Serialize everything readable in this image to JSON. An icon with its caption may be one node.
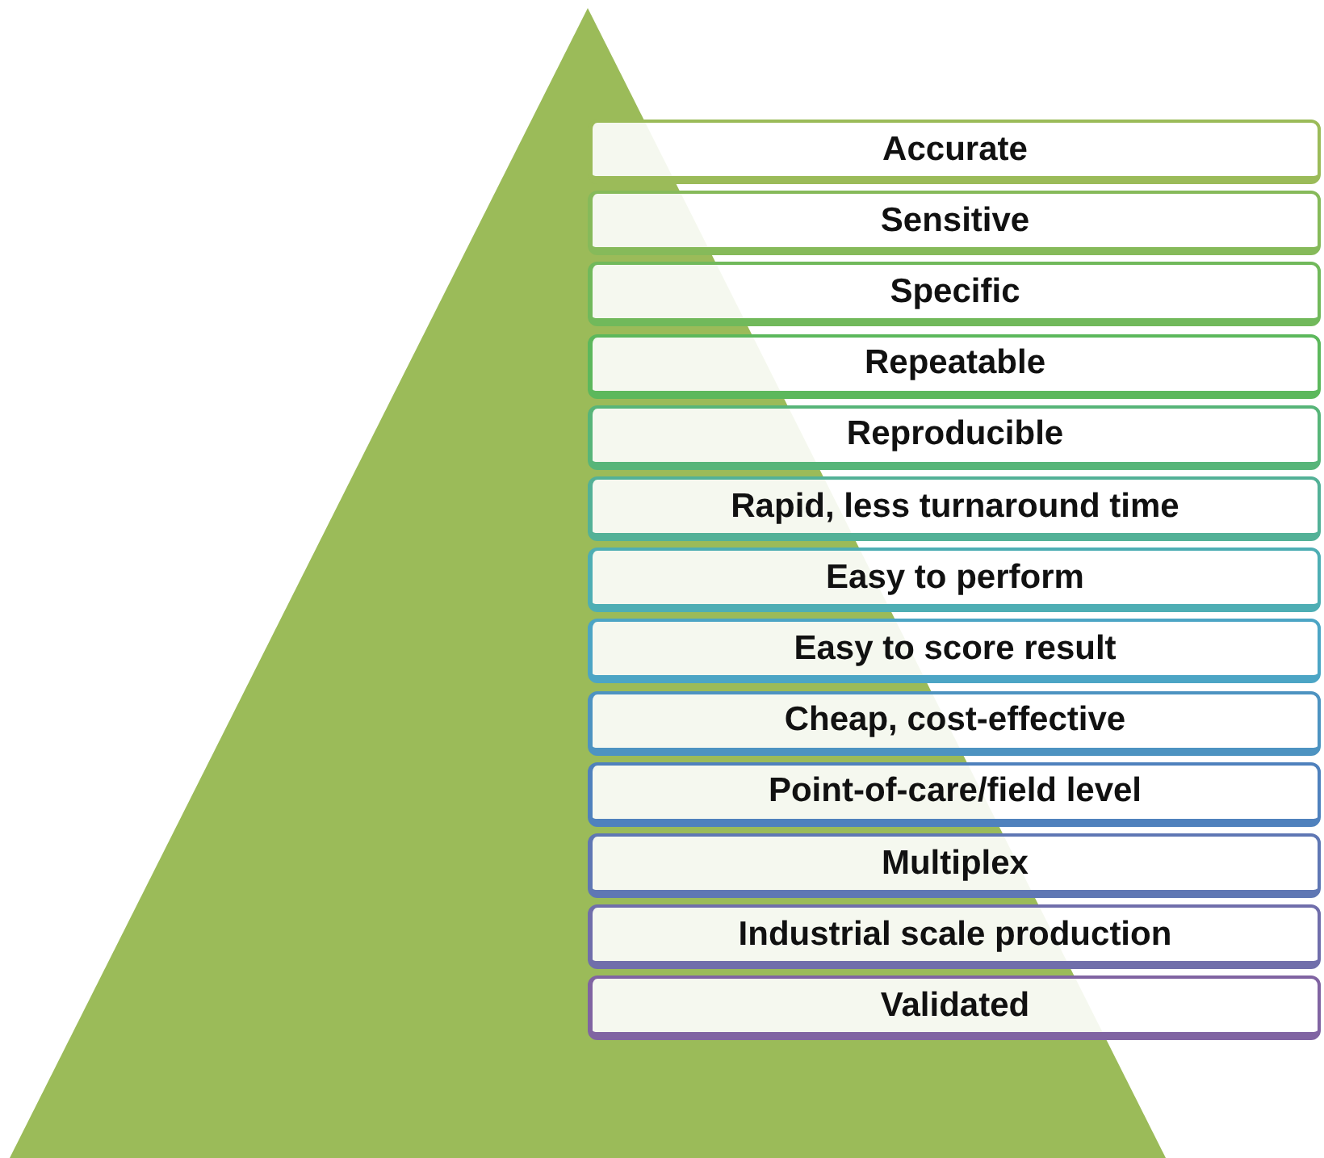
{
  "diagram": {
    "nodes": [
      {
        "text": [
          "Accurate"
        ]
      },
      {
        "text": [
          "Sensitive"
        ]
      },
      {
        "text": [
          "Specific"
        ]
      },
      {
        "text": [
          "Repeatable"
        ]
      },
      {
        "text": [
          "Reproducible"
        ]
      },
      {
        "text": [
          "Rapid, less turnaround time"
        ]
      },
      {
        "text": [
          "Easy to perform"
        ]
      },
      {
        "text": [
          "Easy to score result"
        ]
      },
      {
        "text": [
          "Cheap, cost-effective"
        ]
      },
      {
        "text": [
          "Point-of-care/field level"
        ]
      },
      {
        "text": [
          "Multiplex"
        ]
      },
      {
        "text": [
          "Industrial scale production"
        ]
      },
      {
        "text": [
          "Validated"
        ]
      }
    ]
  }
}
